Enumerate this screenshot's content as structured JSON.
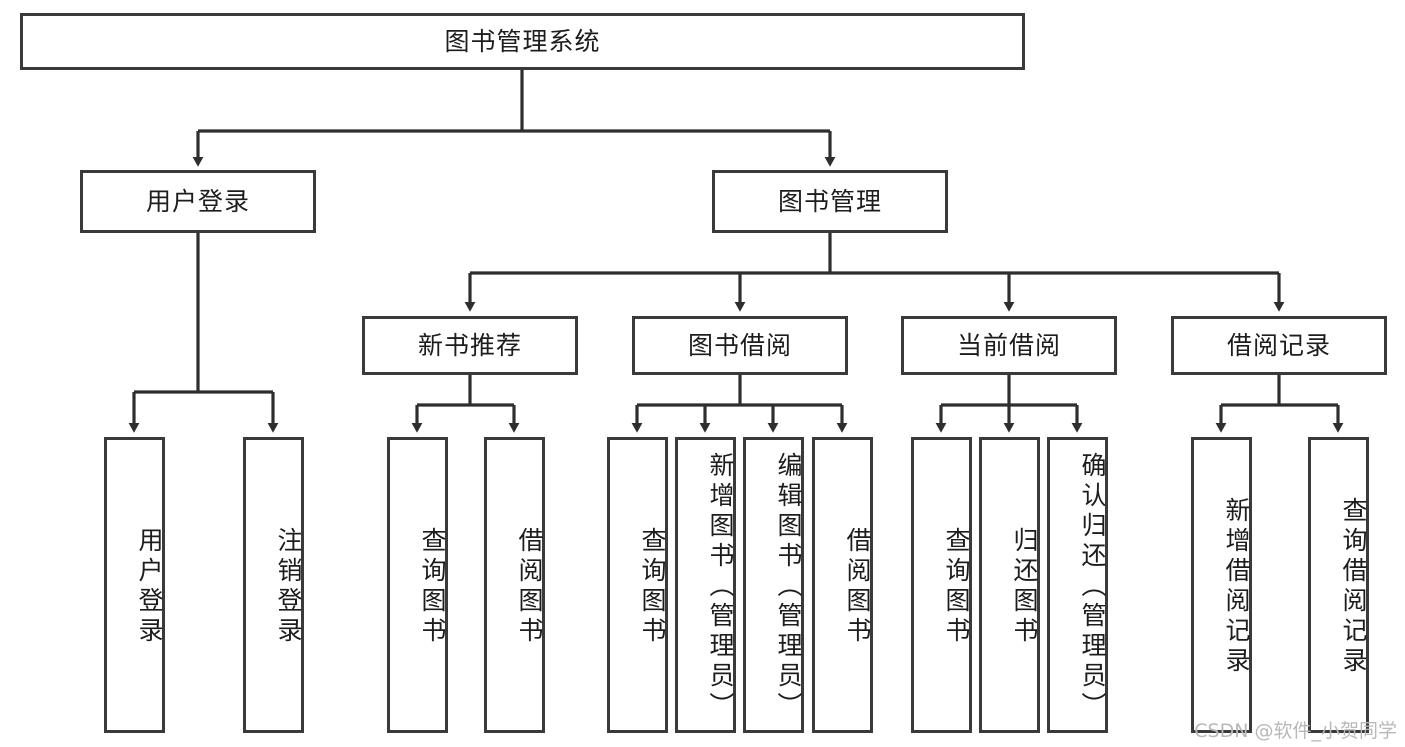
{
  "diagram": {
    "title_node": {
      "label": "图书管理系统"
    },
    "colors": {
      "stroke": "#3a3a3a",
      "edge": "#2e2e2e",
      "background": "#ffffff",
      "text": "#1d1d1d",
      "watermark": "#b9b9b9"
    },
    "level2": [
      {
        "label": "用户登录"
      },
      {
        "label": "图书管理"
      }
    ],
    "level3": [
      {
        "label": "新书推荐"
      },
      {
        "label": "图书借阅"
      },
      {
        "label": "当前借阅"
      },
      {
        "label": "借阅记录"
      }
    ],
    "leaves": [
      {
        "label": "用户登录",
        "parent": "用户登录"
      },
      {
        "label": "注销登录",
        "parent": "用户登录"
      },
      {
        "label": "查询图书",
        "parent": "新书推荐"
      },
      {
        "label": "借阅图书",
        "parent": "新书推荐"
      },
      {
        "label": "查询图书",
        "parent": "图书借阅"
      },
      {
        "label": "新增图书（管理员）",
        "parent": "图书借阅"
      },
      {
        "label": "编辑图书（管理员）",
        "parent": "图书借阅"
      },
      {
        "label": "借阅图书",
        "parent": "图书借阅"
      },
      {
        "label": "查询图书",
        "parent": "当前借阅"
      },
      {
        "label": "归还图书",
        "parent": "当前借阅"
      },
      {
        "label": "确认归还（管理员）",
        "parent": "当前借阅"
      },
      {
        "label": "新增借阅记录",
        "parent": "借阅记录"
      },
      {
        "label": "查询借阅记录",
        "parent": "借阅记录"
      }
    ]
  },
  "watermark": {
    "text": "CSDN @软件_小贺同学"
  }
}
